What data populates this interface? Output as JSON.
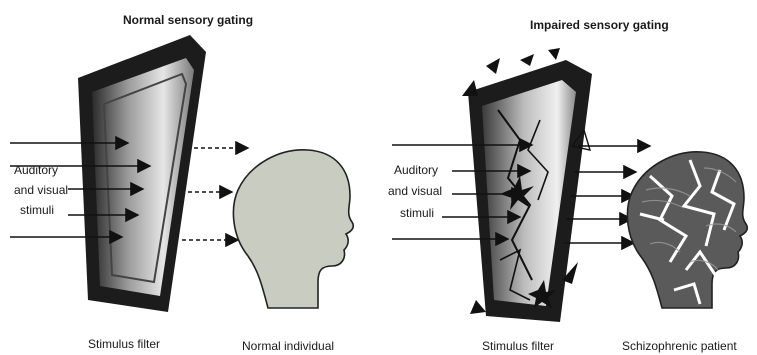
{
  "panels": {
    "normal": {
      "title": "Normal sensory gating",
      "stimuli_label_line1": "Auditory",
      "stimuli_label_line2": "and visual",
      "stimuli_label_line3": "stimuli",
      "filter_caption": "Stimulus filter",
      "subject_caption": "Normal individual"
    },
    "impaired": {
      "title": "Impaired sensory gating",
      "stimuli_label_line1": "Auditory",
      "stimuli_label_line2": "and visual",
      "stimuli_label_line3": "stimuli",
      "filter_caption": "Stimulus filter",
      "subject_caption": "Schizophrenic patient"
    }
  },
  "colors": {
    "frame_dark": "#1c1c1c",
    "filter_light": "#d8d8d8",
    "normal_head_fill": "#c9ccc0",
    "broken_head_fill": "#5a5a5a",
    "arrow": "#111111"
  },
  "icons": {
    "normal_filter": "intact-filter-frame-icon",
    "broken_filter": "shattered-filter-frame-icon",
    "normal_head": "head-silhouette-icon",
    "broken_head": "fragmented-head-icon"
  }
}
